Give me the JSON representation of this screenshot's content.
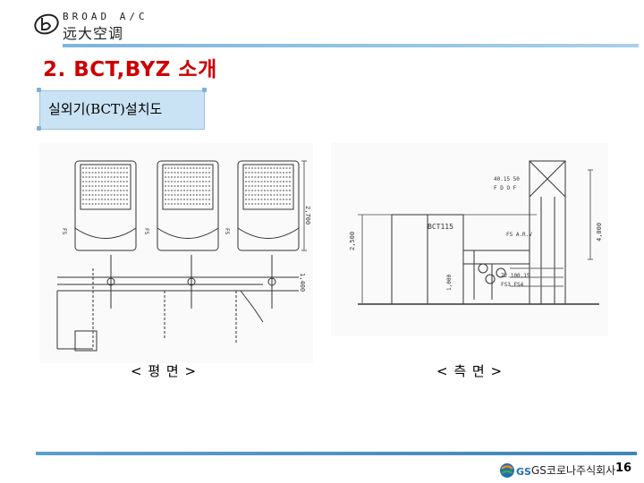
{
  "header": {
    "brand_en": "BROAD A/C",
    "brand_cn": "远大空调",
    "rule_color": "#8fc1e0"
  },
  "slide_title": "2. BCT,BYZ 소개",
  "section_label": "실외기(BCT)설치도",
  "plan_view": {
    "caption": "< 평 면 >",
    "dimension_labels": [
      "2,700",
      "1,400"
    ],
    "pipe_labels": [
      "FS",
      "FS",
      "FS"
    ]
  },
  "side_view": {
    "caption": "< 측 면 >",
    "unit_label": "BCT115",
    "dimension_labels": [
      "2,500",
      "4,000",
      "1,000"
    ],
    "pipe_labels": [
      "40.15 50",
      "F D O F",
      "FS A.R.V",
      "Z2.100.15",
      "FS3 FS4"
    ]
  },
  "footer": {
    "company": "GS코로나주식회사",
    "page": "16",
    "logo_text": "GS"
  }
}
